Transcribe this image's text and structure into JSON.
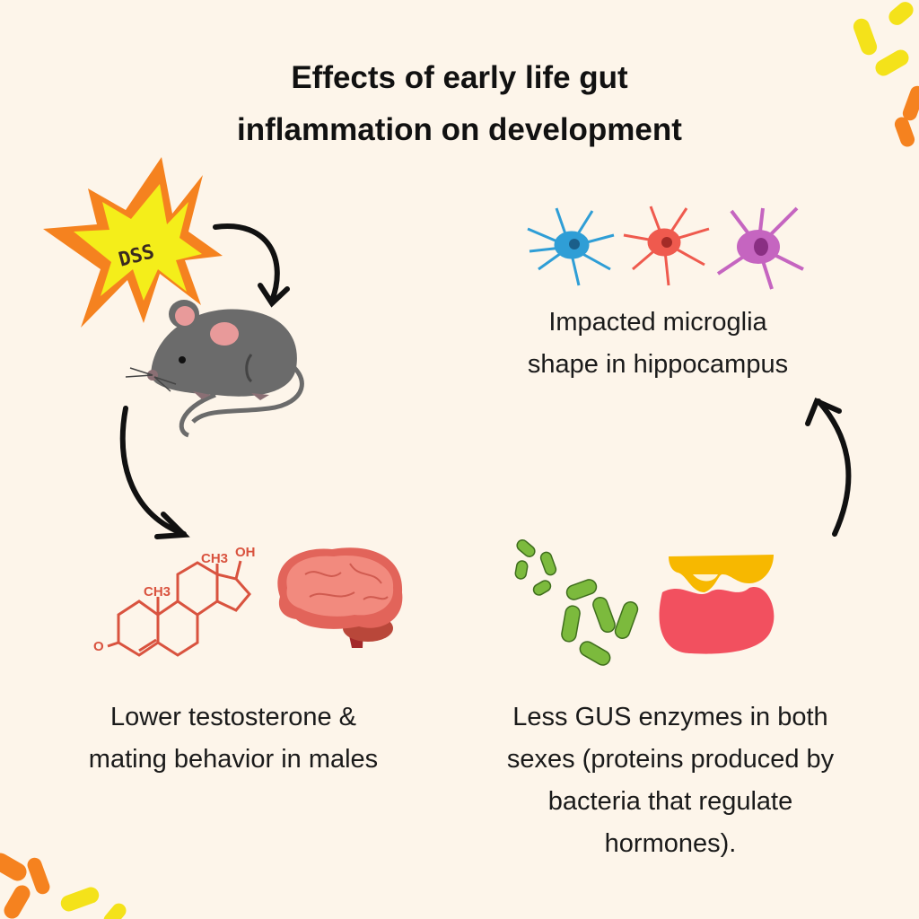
{
  "title": {
    "line1": "Effects of early life gut",
    "line2": "inflammation on development"
  },
  "burst": {
    "label": "DSS"
  },
  "steroid": {
    "ch3_top": "CH3",
    "oh": "OH",
    "ch3_mid": "CH3",
    "ketone": "O"
  },
  "captions": {
    "microglia": [
      "Impacted microglia",
      "shape in hippocampus"
    ],
    "testosterone": [
      "Lower testosterone &",
      "mating behavior in males"
    ],
    "gus": [
      "Less GUS enzymes in both",
      "sexes (proteins produced by",
      "bacteria that regulate",
      "hormones)."
    ]
  },
  "colors": {
    "background": "#fdf5ea",
    "burst_outer": "#f5821f",
    "burst_inner": "#f4ee1a",
    "mouse": "#6b6b6b",
    "steroid": "#d9533f",
    "enzyme": "#f2505f",
    "enzyme_cap": "#f7b800",
    "bacteria_green": "#7cba3d"
  }
}
